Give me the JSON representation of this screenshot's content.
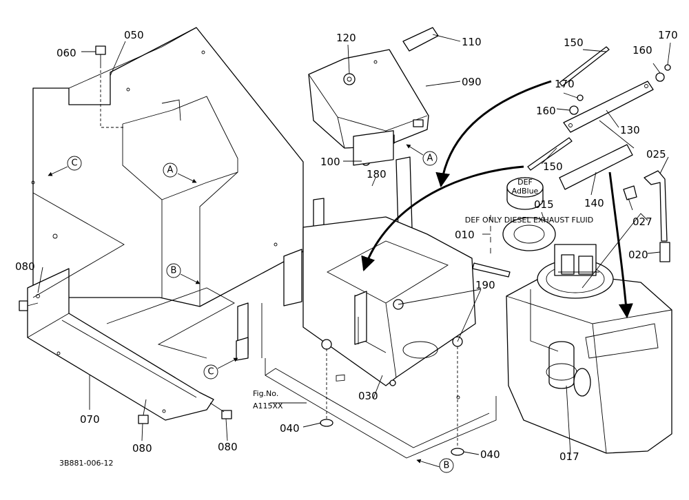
{
  "callouts": {
    "p050": "050",
    "p060": "060",
    "p120": "120",
    "p110": "110",
    "p090": "090",
    "p150a": "150",
    "p170a": "170",
    "p160a": "160",
    "p170b": "170",
    "p160b": "160",
    "p130": "130",
    "p025": "025",
    "p150b": "150",
    "p100": "100",
    "p180": "180",
    "p015": "015",
    "p140": "140",
    "p027": "027",
    "p010": "010",
    "p020": "020",
    "p080a": "080",
    "p190": "190",
    "p030": "030",
    "p070": "070",
    "p040a": "040",
    "p040b": "040",
    "p080b": "080",
    "p080c": "080",
    "p017": "017"
  },
  "refs": {
    "a": "A",
    "b": "B",
    "c": "C"
  },
  "fig_no": {
    "line1": "Fig.No.",
    "line2": "A115XX"
  },
  "drawing_code": "3B881-006-12",
  "cap_text": {
    "top": "DEF",
    "brand": "AdBlue",
    "ring": "DEF ONLY DIESEL EXHAUST FLUID"
  }
}
